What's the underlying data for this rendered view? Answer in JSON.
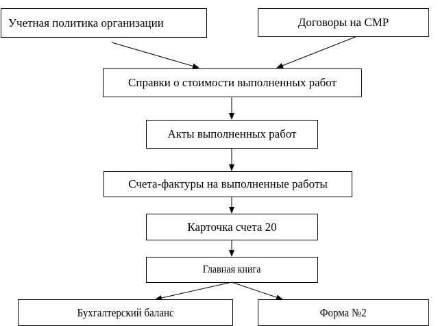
{
  "diagram": {
    "nodes": {
      "accounting_policy": "Учетная политика организации",
      "contracts": "Договоры на СМР",
      "cost_certificates": "Справки о стоимости выполненных работ",
      "work_acts": "Акты выполненных работ",
      "invoices": "Счета-фактуры на выполненные работы",
      "account_card": "Карточка счета 20",
      "general_ledger": "Главная книга",
      "balance_sheet": "Бухгалтерский баланс",
      "form_2": "Форма №2"
    },
    "edges": [
      {
        "from": "accounting_policy",
        "to": "cost_certificates"
      },
      {
        "from": "contracts",
        "to": "cost_certificates"
      },
      {
        "from": "cost_certificates",
        "to": "work_acts"
      },
      {
        "from": "work_acts",
        "to": "invoices"
      },
      {
        "from": "invoices",
        "to": "account_card"
      },
      {
        "from": "account_card",
        "to": "general_ledger"
      },
      {
        "from": "general_ledger",
        "to": "balance_sheet"
      },
      {
        "from": "general_ledger",
        "to": "form_2"
      }
    ]
  }
}
